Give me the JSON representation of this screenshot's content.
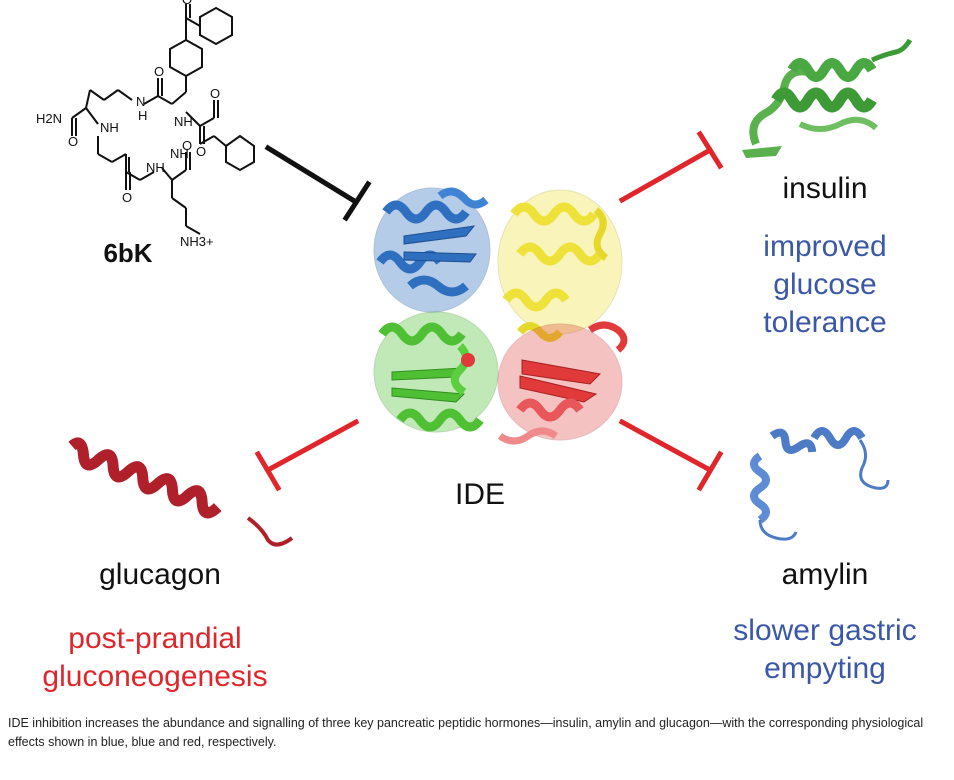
{
  "compound": {
    "name": "6bK",
    "amine": "H2N",
    "ammonium": "NH3+",
    "nh": "NH",
    "n": "N",
    "h": "H",
    "o": "O"
  },
  "center": {
    "label": "IDE"
  },
  "insulin": {
    "name": "insulin",
    "effect": [
      "improved",
      "glucose",
      "tolerance"
    ]
  },
  "glucagon": {
    "name": "glucagon",
    "effect": [
      "post-prandial",
      "gluconeogenesis"
    ]
  },
  "amylin": {
    "name": "amylin",
    "effect": [
      "slower gastric",
      "empyting"
    ]
  },
  "caption": {
    "text": "IDE inhibition increases the abundance and signalling of three key pancreatic peptidic hormones—insulin, amylin and glucagon—with the corresponding physiological effects shown in blue, blue and red, respectively."
  },
  "colors": {
    "inhibit_black": "#111111",
    "inhibit_red": "#e0262b",
    "effect_blue": "#3a58a6",
    "effect_red": "#e0262b",
    "ide_blue": "#2f6fc0",
    "ide_yellow": "#eee23a",
    "ide_green": "#4fbf34",
    "ide_red": "#e03a3a",
    "insulin_green": "#3d9a36",
    "glucagon_red": "#b0202a",
    "amylin_blue": "#4d7bc6"
  }
}
